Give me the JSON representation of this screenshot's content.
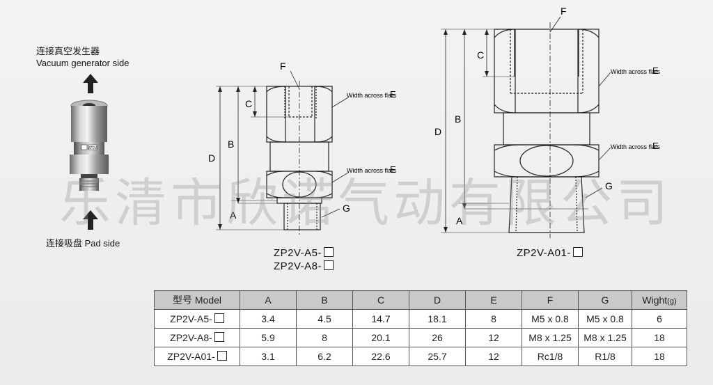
{
  "left_panel": {
    "top_label_cn": "连接真空发生器",
    "top_label_en": "Vacuum generator side",
    "bottom_label": "连接吸盘 Pad side",
    "product_marking": "ZP2V"
  },
  "watermark": "乐清市欣诺气动有限公司",
  "drawings": {
    "dim_labels": {
      "a": "A",
      "b": "B",
      "c": "C",
      "d": "D",
      "f": "F",
      "g": "G",
      "e": "E"
    },
    "flats_label": "Width across flats",
    "caption_small_1": "ZP2V-A5-",
    "caption_small_2": "ZP2V-A8-",
    "caption_large": "ZP2V-A01-"
  },
  "table": {
    "headers": [
      "型号 Model",
      "A",
      "B",
      "C",
      "D",
      "E",
      "F",
      "G",
      "Wight"
    ],
    "weight_unit": "(g)",
    "rows": [
      {
        "model": "ZP2V-A5-",
        "a": "3.4",
        "b": "4.5",
        "c": "14.7",
        "d": "18.1",
        "e": "8",
        "f": "M5 x 0.8",
        "g": "M5 x 0.8",
        "w": "6"
      },
      {
        "model": "ZP2V-A8-",
        "a": "5.9",
        "b": "8",
        "c": "20.1",
        "d": "26",
        "e": "12",
        "f": "M8 x 1.25",
        "g": "M8 x 1.25",
        "w": "18"
      },
      {
        "model": "ZP2V-A01-",
        "a": "3.1",
        "b": "6.2",
        "c": "22.6",
        "d": "25.7",
        "e": "12",
        "f": "Rc1/8",
        "g": "R1/8",
        "w": "18"
      }
    ]
  }
}
